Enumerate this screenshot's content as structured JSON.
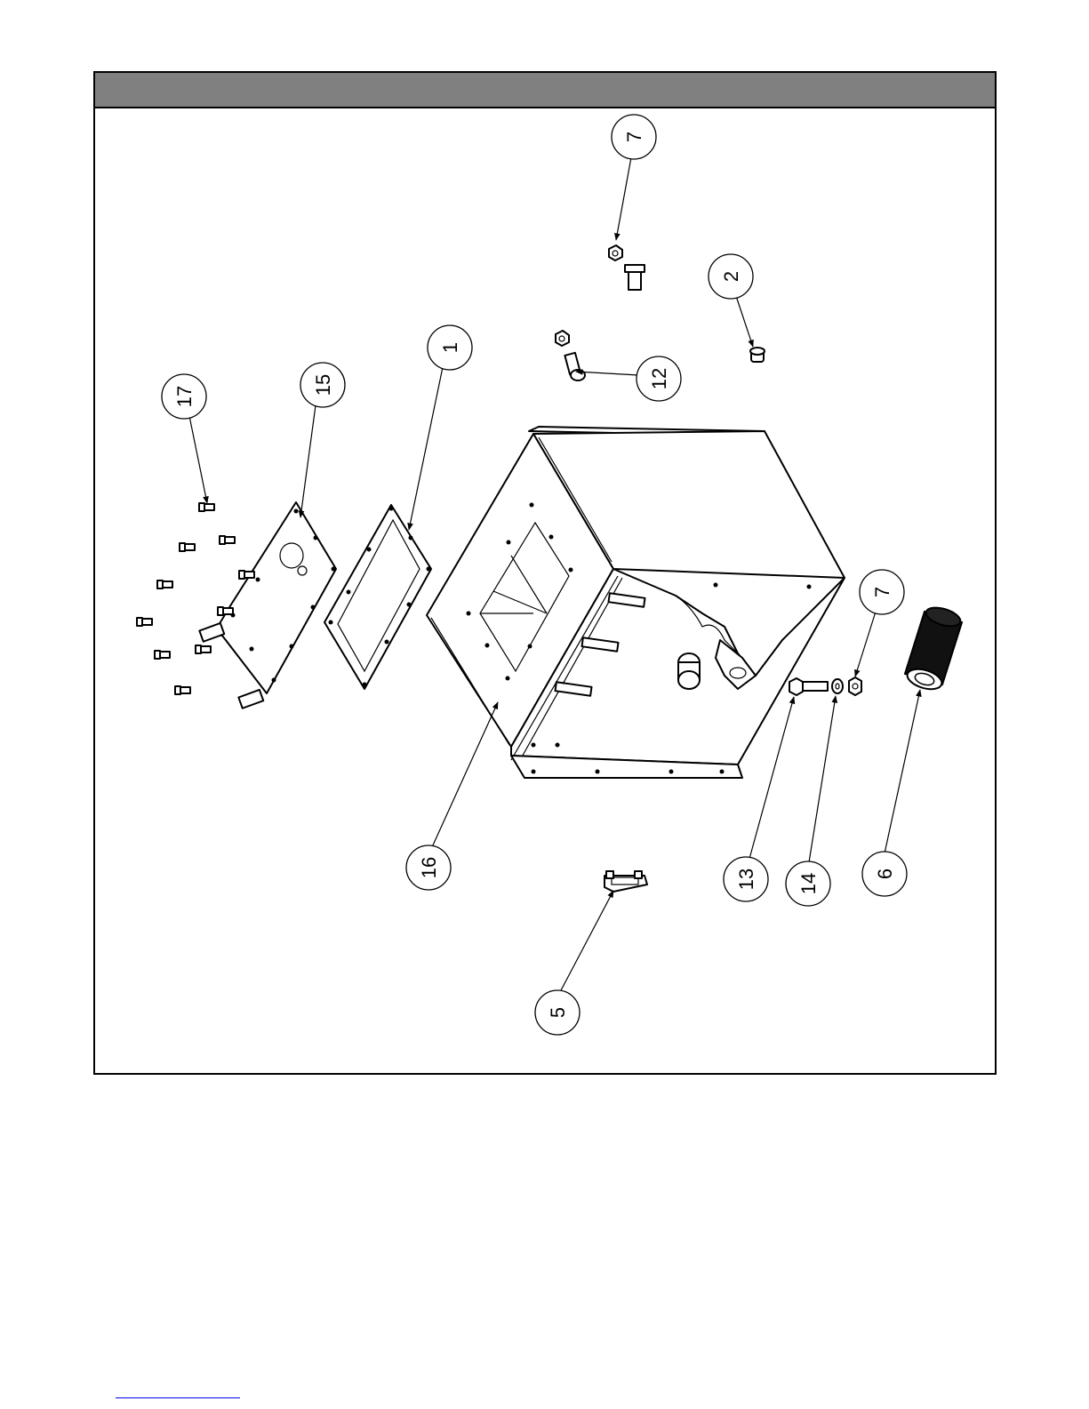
{
  "header": {
    "title": ""
  },
  "callouts": [
    {
      "id": "c7a",
      "label": "7"
    },
    {
      "id": "c2",
      "label": "2"
    },
    {
      "id": "c1",
      "label": "1"
    },
    {
      "id": "c12",
      "label": "12"
    },
    {
      "id": "c17",
      "label": "17"
    },
    {
      "id": "c15",
      "label": "15"
    },
    {
      "id": "c7b",
      "label": "7"
    },
    {
      "id": "c16",
      "label": "16"
    },
    {
      "id": "c13",
      "label": "13"
    },
    {
      "id": "c14",
      "label": "14"
    },
    {
      "id": "c6",
      "label": "6"
    },
    {
      "id": "c5",
      "label": "5"
    }
  ],
  "colors": {
    "header_bar": "#808080",
    "line": "#000000",
    "link": "#0000ee"
  }
}
